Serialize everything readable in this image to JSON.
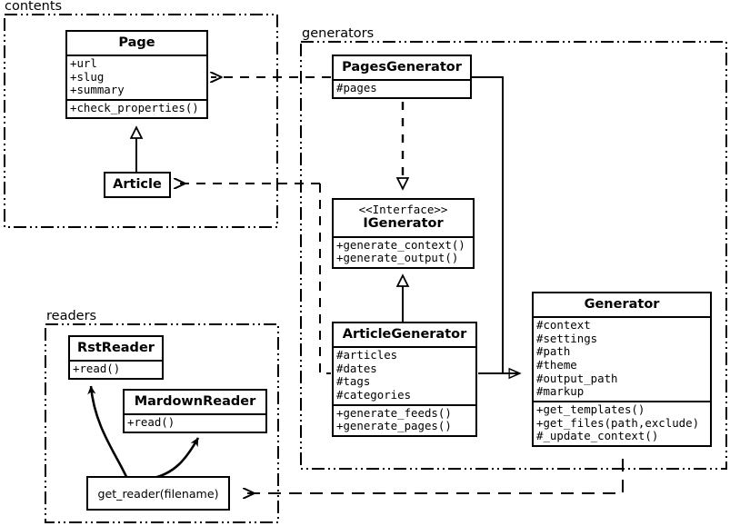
{
  "diagram": {
    "type": "uml-class-diagram",
    "title": "",
    "stroke_color": "#000000",
    "background_color": "#ffffff"
  },
  "packages": [
    {
      "id": "contents",
      "label": "contents",
      "border_style": "dash-dot-dot"
    },
    {
      "id": "generators",
      "label": "generators",
      "border_style": "dash-dot-dot"
    },
    {
      "id": "readers",
      "label": "readers",
      "border_style": "dash-dot-dot"
    }
  ],
  "classes": {
    "page": {
      "name": "Page",
      "stereotype": "",
      "attributes": [
        "+url",
        "+slug",
        "+summary"
      ],
      "methods": [
        "+check_properties()"
      ]
    },
    "article": {
      "name": "Article",
      "stereotype": "",
      "attributes": [],
      "methods": []
    },
    "pages_generator": {
      "name": "PagesGenerator",
      "stereotype": "",
      "attributes": [
        "#pages"
      ],
      "methods": []
    },
    "igenerator": {
      "name": "IGenerator",
      "stereotype": "<<Interface>>",
      "attributes": [],
      "methods": [
        "+generate_context()",
        "+generate_output()"
      ]
    },
    "article_generator": {
      "name": "ArticleGenerator",
      "stereotype": "",
      "attributes": [
        "#articles",
        "#dates",
        "#tags",
        "#categories"
      ],
      "methods": [
        "+generate_feeds()",
        "+generate_pages()"
      ]
    },
    "generator": {
      "name": "Generator",
      "stereotype": "",
      "attributes": [
        "#context",
        "#settings",
        "#path",
        "#theme",
        "#output_path",
        "#markup"
      ],
      "methods": [
        "+get_templates()",
        "+get_files(path,exclude)",
        "#_update_context()"
      ]
    },
    "get_reader": {
      "name": "get_reader(filename)",
      "stereotype": "",
      "attributes": [],
      "methods": []
    },
    "rst_reader": {
      "name": "RstReader",
      "stereotype": "",
      "attributes": [],
      "methods": [
        "+read()"
      ]
    },
    "mardown_reader": {
      "name": "MardownReader",
      "stereotype": "",
      "attributes": [],
      "methods": [
        "+read()"
      ]
    }
  },
  "relationships": [
    {
      "from": "article",
      "to": "page",
      "kind": "generalization",
      "line": "solid",
      "arrow": "hollow-triangle"
    },
    {
      "from": "pages_generator",
      "to": "igenerator",
      "kind": "realization",
      "line": "dashed",
      "arrow": "hollow-triangle"
    },
    {
      "from": "article_generator",
      "to": "igenerator",
      "kind": "generalization",
      "line": "solid",
      "arrow": "hollow-triangle"
    },
    {
      "from": "article_generator",
      "to": "generator",
      "kind": "generalization",
      "line": "solid",
      "arrow": "hollow-triangle"
    },
    {
      "from": "pages_generator",
      "to": "generator",
      "kind": "generalization",
      "line": "solid",
      "arrow": "hollow-triangle"
    },
    {
      "from": "pages_generator",
      "to": "page",
      "kind": "dependency",
      "line": "dashed",
      "arrow": "open"
    },
    {
      "from": "article_generator",
      "to": "article",
      "kind": "dependency",
      "line": "dashed",
      "arrow": "open"
    },
    {
      "from": "generator",
      "to": "get_reader",
      "kind": "dependency",
      "line": "dashed",
      "arrow": "open"
    },
    {
      "from": "get_reader",
      "to": "rst_reader",
      "kind": "association",
      "line": "curved-solid",
      "arrow": "filled"
    },
    {
      "from": "get_reader",
      "to": "mardown_reader",
      "kind": "association",
      "line": "curved-solid",
      "arrow": "filled"
    }
  ]
}
